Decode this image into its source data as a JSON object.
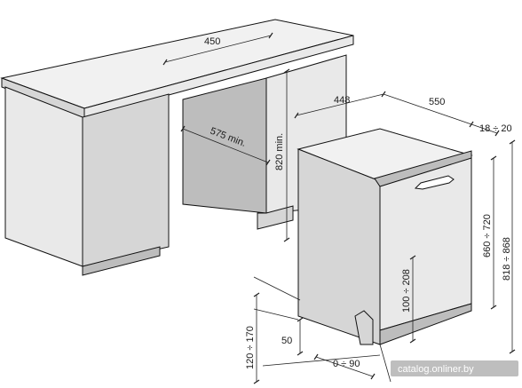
{
  "dimensions": {
    "worktop_depth": "450",
    "min_niche_width": "575 min.",
    "min_niche_height": "820 min.",
    "width": "448",
    "depth": "550",
    "door_gap": "18 ÷ 20",
    "door_height": "660 ÷ 720",
    "overall_height": "818 ÷ 868",
    "plinth_panel": "100 ÷ 208",
    "plinth_height": "120 ÷ 170",
    "plinth_depth": "50",
    "feet_offset": "0 ÷ 90"
  },
  "watermark": "catalog.onliner.by"
}
